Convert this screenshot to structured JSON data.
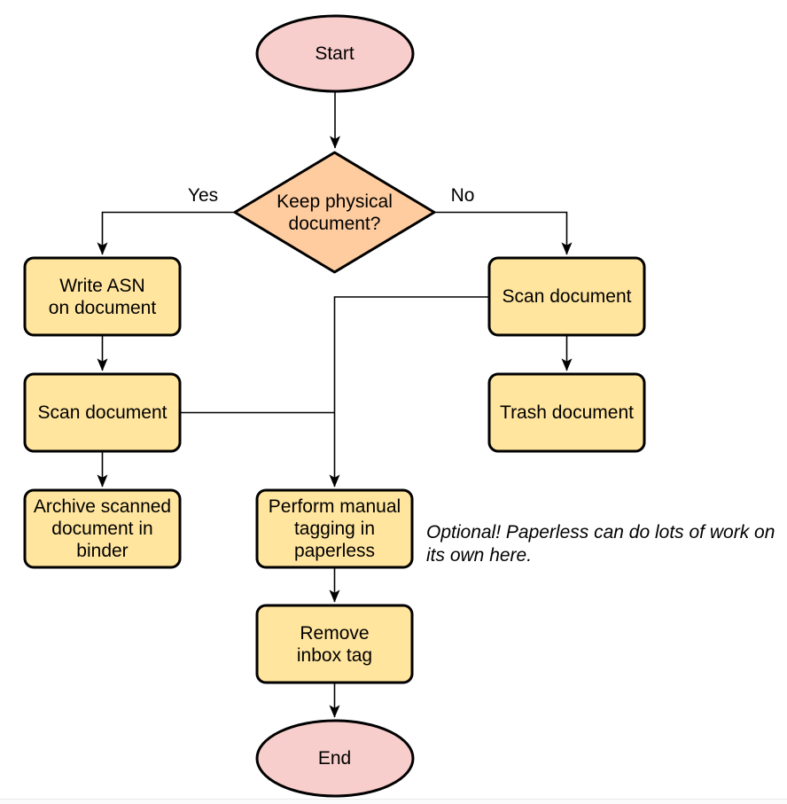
{
  "colors": {
    "terminal_fill": "#f8cecc",
    "decision_fill": "#ffcc9f",
    "process_fill": "#ffe59e",
    "stroke": "#000000",
    "background": "#ffffff"
  },
  "nodes": {
    "start": {
      "label": "Start"
    },
    "decision": {
      "label": "Keep physical\ndocument?"
    },
    "write_asn": {
      "label": "Write ASN\non document"
    },
    "scan_left": {
      "label": "Scan document"
    },
    "archive": {
      "label": "Archive scanned\ndocument in\nbinder"
    },
    "scan_right": {
      "label": "Scan document"
    },
    "trash": {
      "label": "Trash document"
    },
    "tagging": {
      "label": "Perform manual\ntagging in\npaperless"
    },
    "remove_inbox": {
      "label": "Remove\ninbox tag"
    },
    "end": {
      "label": "End"
    }
  },
  "edge_labels": {
    "yes": "Yes",
    "no": "No"
  },
  "annotation": {
    "text": "Optional! Paperless can do lots of work on\nits own here."
  }
}
